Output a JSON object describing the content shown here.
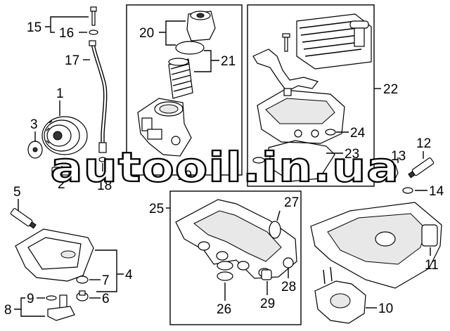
{
  "callouts": {
    "c1": "1",
    "c2": "2",
    "c3": "3",
    "c4": "4",
    "c5": "5",
    "c6": "6",
    "c7": "7",
    "c8": "8",
    "c9": "9",
    "c10": "10",
    "c11": "11",
    "c12": "12",
    "c13": "13",
    "c14": "14",
    "c15": "15",
    "c16": "16",
    "c17": "17",
    "c18": "18",
    "c19": "19",
    "c20": "20",
    "c21": "21",
    "c22": "22",
    "c23": "23",
    "c24": "24",
    "c25": "25",
    "c26": "26",
    "c27": "27",
    "c28": "28",
    "c29": "29"
  },
  "watermark": "autooil.in.ua"
}
